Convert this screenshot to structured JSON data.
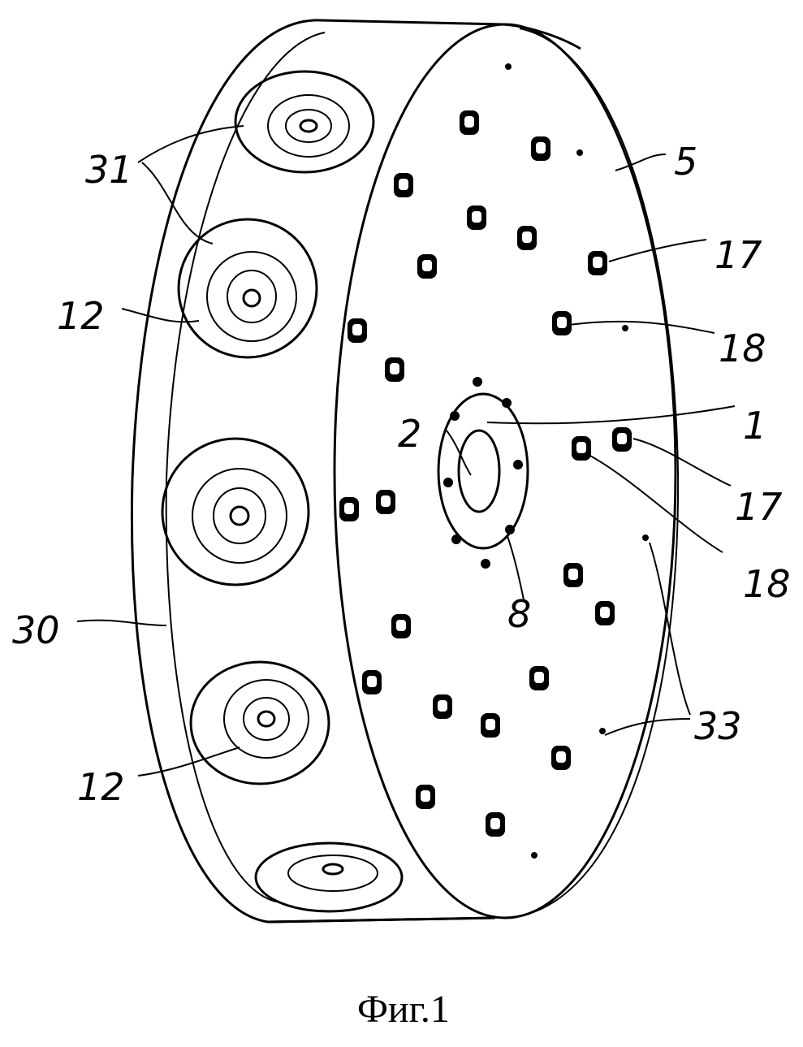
{
  "figure": {
    "caption": "Фиг.1",
    "labels": {
      "l31": "31",
      "l5": "5",
      "l17a": "17",
      "l12a": "12",
      "l18a": "18",
      "l2": "2",
      "l1": "1",
      "l17b": "17",
      "l18b": "18",
      "l8": "8",
      "l30": "30",
      "l33": "33",
      "l12b": "12"
    }
  },
  "colors": {
    "ink": "#000000",
    "paper": "#ffffff"
  }
}
